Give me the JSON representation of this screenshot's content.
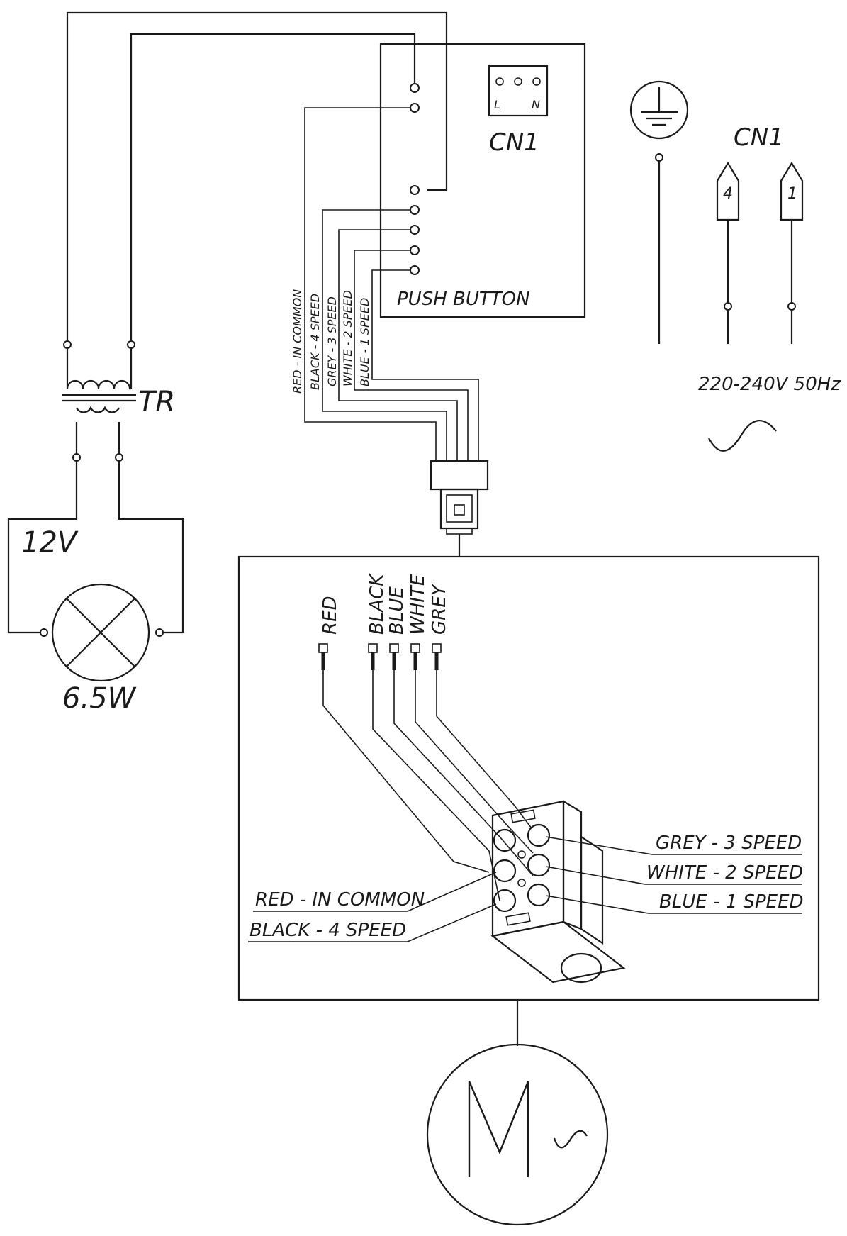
{
  "push_button": {
    "title": "PUSH BUTTON",
    "connector_label": "CN1",
    "terminal_l": "L",
    "terminal_n": "N"
  },
  "supply": {
    "connector_label": "CN1",
    "pin_a": "4",
    "pin_b": "1",
    "voltage": "220-240V 50Hz"
  },
  "transformer": {
    "label": "TR"
  },
  "lamp": {
    "voltage": "12V",
    "power": "6.5W"
  },
  "wire_labels": [
    "RED - IN COMMON",
    "BLACK - 4 SPEED",
    "GREY - 3 SPEED",
    "WHITE - 2 SPEED",
    "BLUE - 1 SPEED"
  ],
  "motor_box": {
    "top_leads": [
      "RED",
      "BLACK",
      "BLUE",
      "WHITE",
      "GREY"
    ],
    "callouts_right": [
      "GREY - 3 SPEED",
      "WHITE - 2 SPEED",
      "BLUE - 1 SPEED"
    ],
    "callouts_left": [
      "RED - IN COMMON",
      "BLACK - 4 SPEED"
    ]
  },
  "motor": {
    "symbol": "M"
  }
}
